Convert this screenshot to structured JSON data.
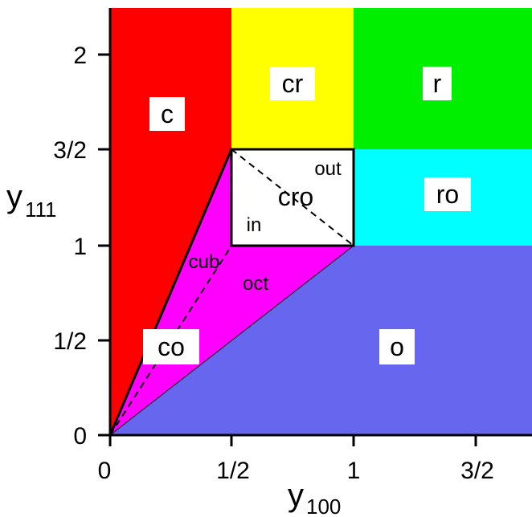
{
  "axes": {
    "x_title": "y",
    "x_subscript": "100",
    "y_title": "y",
    "y_subscript": "111",
    "x_ticks": [
      "0",
      "1/2",
      "1",
      "3/2"
    ],
    "y_ticks": [
      "0",
      "1/2",
      "1",
      "3/2",
      "2"
    ]
  },
  "regions": {
    "c": "c",
    "cr": "cr",
    "r": "r",
    "cro": "cro",
    "ro": "ro",
    "co": "co",
    "o": "o",
    "oct": "oct",
    "cub": "cub",
    "in": "in",
    "out": "out"
  },
  "colors": {
    "c": "#ff0000",
    "cr": "#ffff00",
    "r": "#00ee00",
    "cro": "#ffffff",
    "ro": "#00ffff",
    "o": "#6666ee",
    "co": "#ff00ff"
  }
}
